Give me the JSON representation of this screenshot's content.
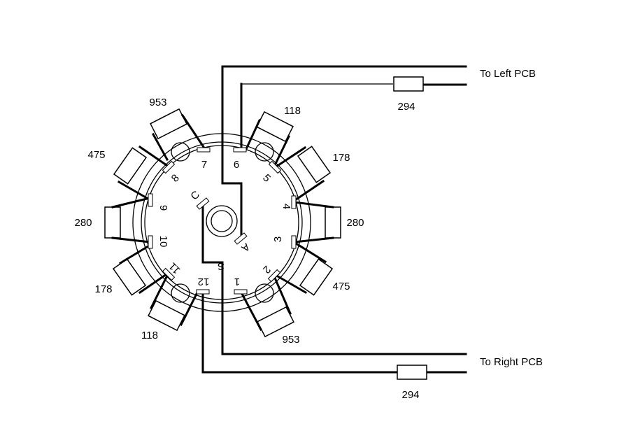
{
  "outputs": {
    "left_label": "To Left PCB",
    "right_label": "To Right PCB",
    "left_resistor": "294",
    "right_resistor": "294"
  },
  "switch": {
    "positions": [
      "1",
      "2",
      "3",
      "4",
      "5",
      "6",
      "7",
      "8",
      "9",
      "10",
      "11",
      "12"
    ],
    "common_labels": {
      "c": "C",
      "a": "A",
      "s": "S"
    }
  },
  "resistors": [
    {
      "id": "r1",
      "value": "953"
    },
    {
      "id": "r2",
      "value": "475"
    },
    {
      "id": "r3",
      "value": "280"
    },
    {
      "id": "r4",
      "value": "178"
    },
    {
      "id": "r5",
      "value": "118"
    },
    {
      "id": "r6",
      "value": "953"
    },
    {
      "id": "r7",
      "value": "475"
    },
    {
      "id": "r8",
      "value": "280"
    },
    {
      "id": "r9",
      "value": "178"
    },
    {
      "id": "r10",
      "value": "118"
    }
  ]
}
